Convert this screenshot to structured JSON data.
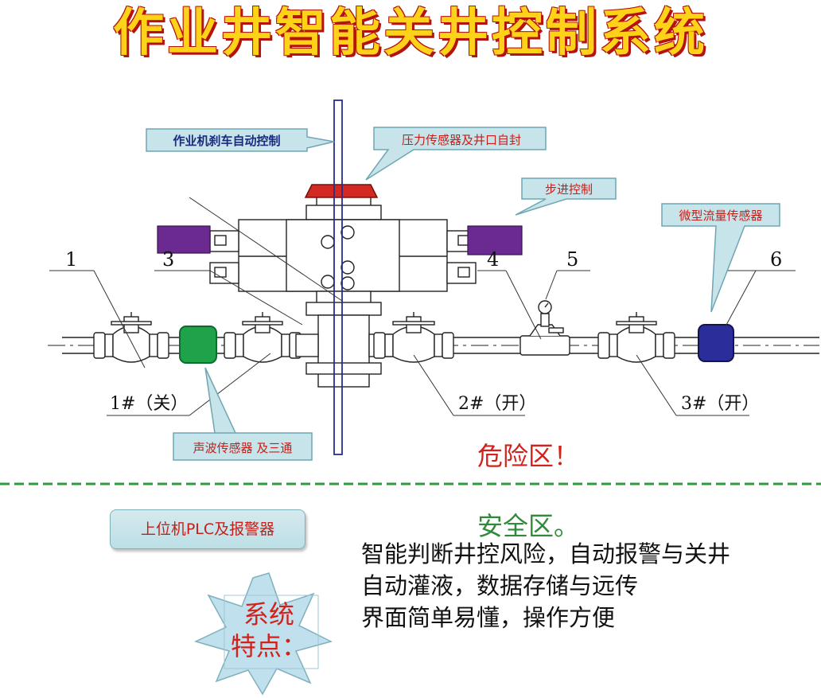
{
  "title": "作业井智能关井控制系统",
  "callouts": {
    "brake": "作业机刹车自动控制",
    "pressure": "压力传感器及井口自封",
    "step": "步进控制",
    "flow": "微型流量传感器",
    "acoustic": "声波传感器 及三通"
  },
  "numbers": {
    "n1": "1",
    "n3": "3",
    "n4": "4",
    "n5": "5",
    "n6": "6"
  },
  "valves": {
    "v1": "1#（关）",
    "v2": "2#（开）",
    "v3": "3#（开）"
  },
  "danger_zone": "危险区！",
  "safe_zone": "安全区。",
  "plc_label": "上位机PLC及报警器",
  "features_title": {
    "line1": "系统",
    "line2": "特点："
  },
  "features": [
    "智能判断井控风险，自动报警与关井",
    "自动灌液，数据存储与远传",
    "界面简单易懂，操作方便"
  ],
  "colors": {
    "title_fill": "#ffd21a",
    "title_outline": "#b3120d",
    "danger": "#d2221c",
    "safe": "#2f8a3a",
    "divider": "#2f9a3a",
    "ram_actuator": "#6a2a90",
    "acoustic_sensor": "#1fa34a",
    "flow_sensor": "#2a2d9a",
    "pressure_cap": "#d22a22",
    "callout_fill": "#c6e4ea"
  }
}
